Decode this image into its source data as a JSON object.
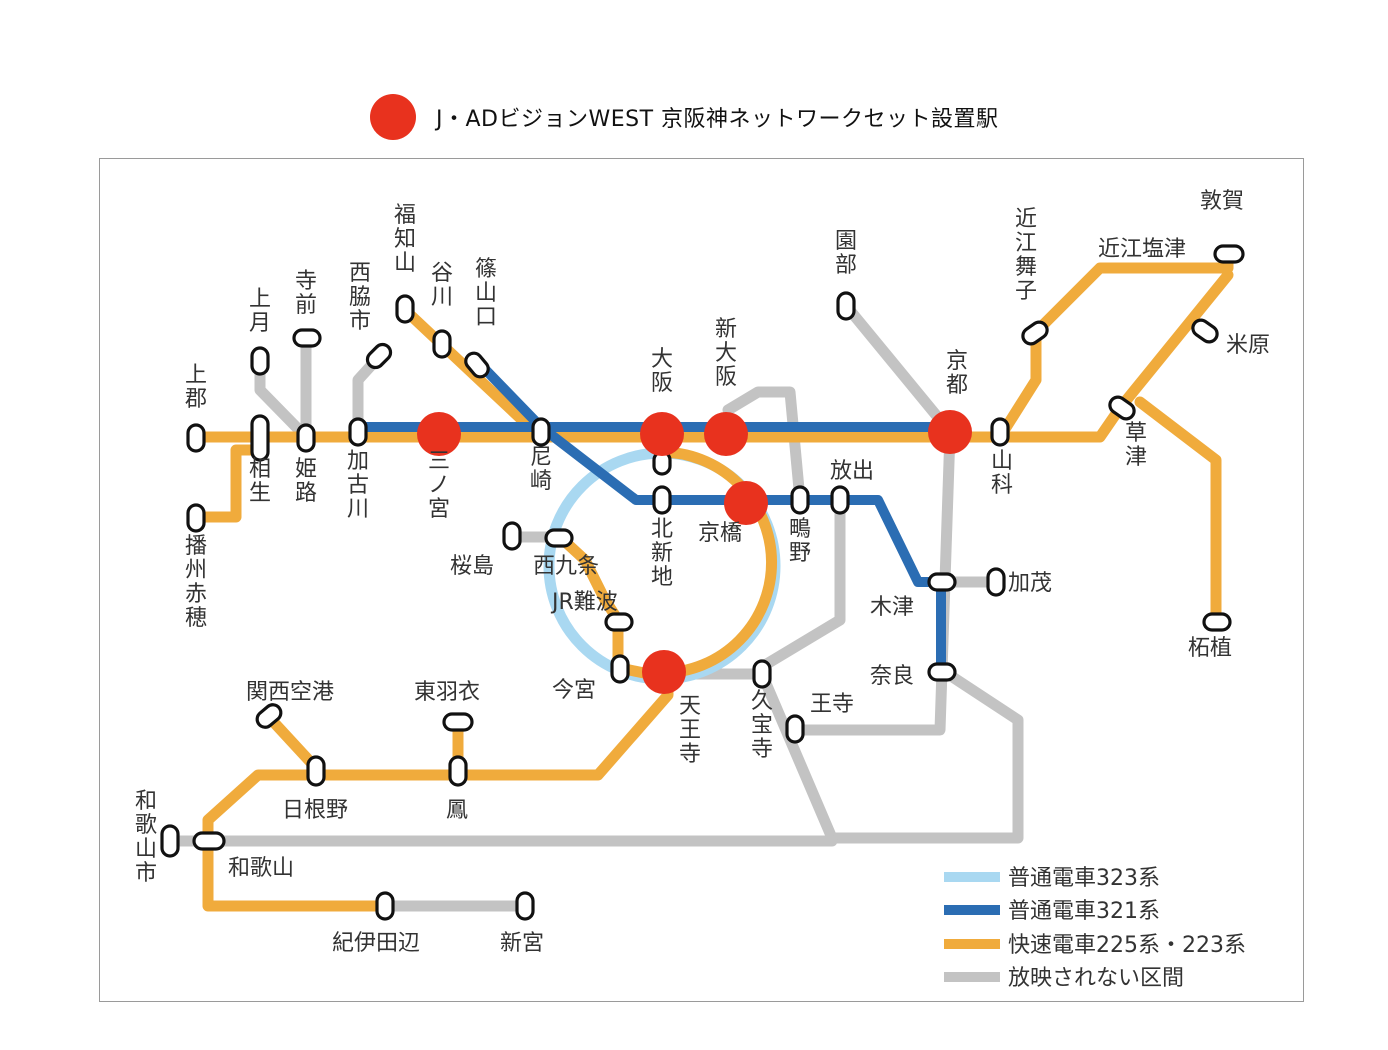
{
  "header": {
    "marker_color": "#e8321e",
    "text": "J・ADビジョンWEST 京阪神ネットワークセット設置駅"
  },
  "colors": {
    "local323": "#a9d8f1",
    "local321": "#2b6db3",
    "rapid": "#f0ab3c",
    "not_shown": "#c3c3c3",
    "marker": "#e8321e"
  },
  "stations": {
    "kamigori": "上郡",
    "aioi": "相生",
    "himeji": "姫路",
    "kakogawa": "加古川",
    "sannomiya": "三ノ宮",
    "amagasaki": "尼崎",
    "kitashinchi": "北新地",
    "kyobashi": "京橋",
    "shigino": "鴫野",
    "hanaten": "放出",
    "kizu": "木津",
    "kamo": "加茂",
    "nara": "奈良",
    "oji": "王寺",
    "kyuhoji": "久宝寺",
    "tennoji": "天王寺",
    "imamiya": "今宮",
    "jrnamba": "JR難波",
    "nishikujo": "西九条",
    "sakurajima": "桜島",
    "osaka": "大阪",
    "shinosaka": "新大阪",
    "kyoto": "京都",
    "yamashina": "山科",
    "kusatsu": "草津",
    "tsuge": "柘植",
    "maibara": "米原",
    "omishiotsu": "近江塩津",
    "tsuruga": "敦賀",
    "omimaiko": "近江舞子",
    "sonobe": "園部",
    "fukuchiyama": "福知山",
    "tanigawa": "谷川",
    "sasayamaguchi": "篠山口",
    "nishiwakishi": "西脇市",
    "teramae": "寺前",
    "kozuki": "上月",
    "banshuako": "播州赤穂",
    "kansaiairport": "関西空港",
    "higashihagoromo": "東羽衣",
    "hineno": "日根野",
    "otori": "鳳",
    "wakayamashi": "和歌山市",
    "wakayama": "和歌山",
    "kiitanabe": "紀伊田辺",
    "shingu": "新宮"
  },
  "legend": [
    {
      "label": "普通電車323系",
      "color": "#a9d8f1"
    },
    {
      "label": "普通電車321系",
      "color": "#2b6db3"
    },
    {
      "label": "快速電車225系・223系",
      "color": "#f0ab3c"
    },
    {
      "label": "放映されない区間",
      "color": "#c3c3c3"
    }
  ],
  "highlighted_stations": [
    "三ノ宮",
    "大阪",
    "新大阪",
    "京都",
    "京橋",
    "天王寺"
  ]
}
